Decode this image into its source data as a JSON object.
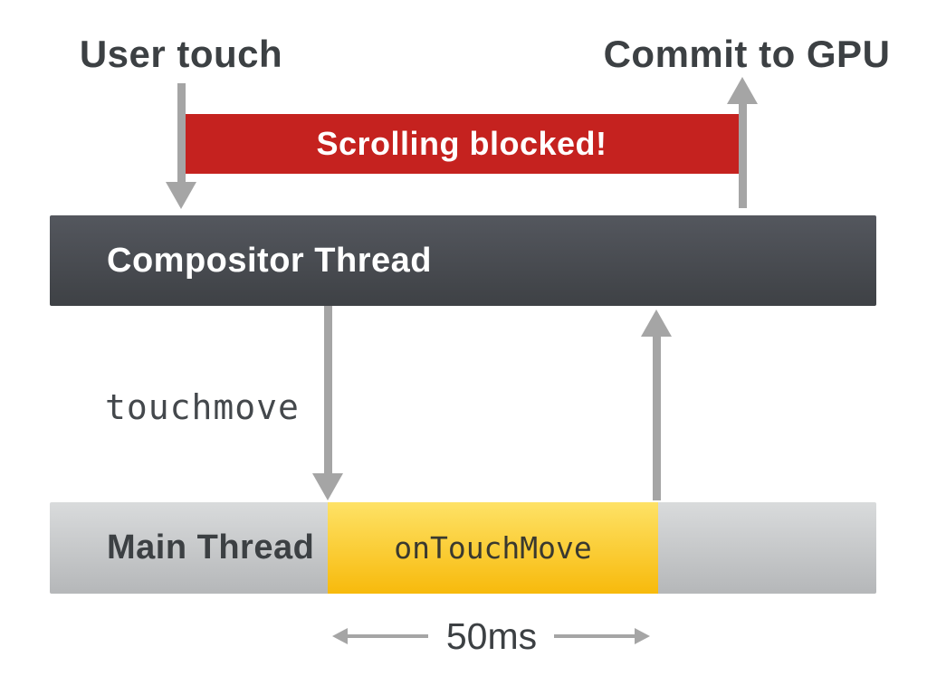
{
  "diagram": {
    "user_touch_label": "User touch",
    "commit_gpu_label": "Commit to GPU",
    "blocked_banner_label": "Scrolling blocked!",
    "compositor_bar_label": "Compositor Thread",
    "event_label": "touchmove",
    "main_bar_label": "Main Thread",
    "handler_segment_label": "onTouchMove",
    "duration_label": "50ms"
  },
  "icons": {
    "down_arrows": [
      "user-touch-arrow-icon",
      "touchmove-arrow-icon"
    ],
    "up_arrows": [
      "commit-arrow-icon",
      "reply-arrow-icon"
    ],
    "horizontal_arrows": [
      "duration-left-arrow-icon",
      "duration-right-arrow-icon"
    ]
  },
  "colors": {
    "red": "#c5221f",
    "arrow": "#a5a5a5",
    "text_dark": "#3c4043",
    "compositor_top": "#54575e",
    "compositor_bottom": "#3e4145",
    "main_top": "#d9dbdc",
    "main_bottom": "#b5b7b9",
    "yellow_top": "#fee266",
    "yellow_bottom": "#f7ba0c"
  }
}
